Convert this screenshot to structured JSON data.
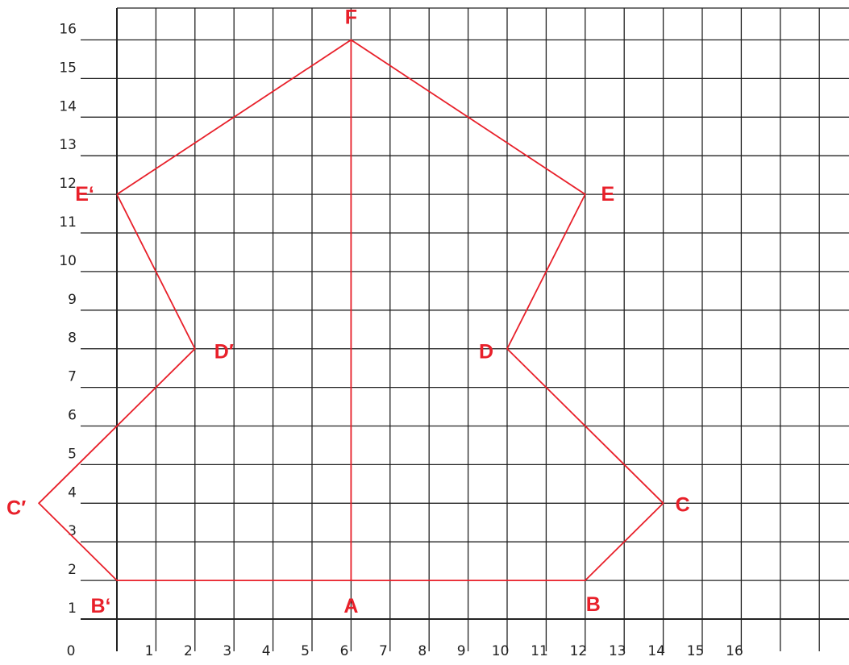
{
  "grid": {
    "x_ticks": [
      "0",
      "1",
      "2",
      "3",
      "4",
      "5",
      "6",
      "7",
      "8",
      "9",
      "10",
      "11",
      "12",
      "13",
      "14",
      "15",
      "16"
    ],
    "y_ticks": [
      "1",
      "2",
      "3",
      "4",
      "5",
      "6",
      "7",
      "8",
      "9",
      "10",
      "11",
      "12",
      "13",
      "14",
      "15",
      "16"
    ],
    "line_color": "#222222"
  },
  "shape": {
    "stroke_color": "#e8202a",
    "outline": [
      "E'",
      "F",
      "E",
      "D",
      "C",
      "B",
      "B'",
      "C'",
      "D'",
      "E'"
    ],
    "axis_segment": [
      "F",
      "A"
    ],
    "points": [
      {
        "id": "F",
        "label": "F",
        "x": 6,
        "y": 16
      },
      {
        "id": "E",
        "label": "E",
        "x": 12,
        "y": 12
      },
      {
        "id": "E'",
        "label": "E‘",
        "x": 0,
        "y": 12
      },
      {
        "id": "D",
        "label": "D",
        "x": 10,
        "y": 8
      },
      {
        "id": "D'",
        "label": "D′",
        "x": 2,
        "y": 8
      },
      {
        "id": "C",
        "label": "C",
        "x": 14,
        "y": 4
      },
      {
        "id": "C'",
        "label": "C′",
        "x": -2,
        "y": 4
      },
      {
        "id": "B",
        "label": "B",
        "x": 12,
        "y": 2
      },
      {
        "id": "B'",
        "label": "B‘",
        "x": 0,
        "y": 2
      },
      {
        "id": "A",
        "label": "A",
        "x": 6,
        "y": 2
      }
    ]
  }
}
